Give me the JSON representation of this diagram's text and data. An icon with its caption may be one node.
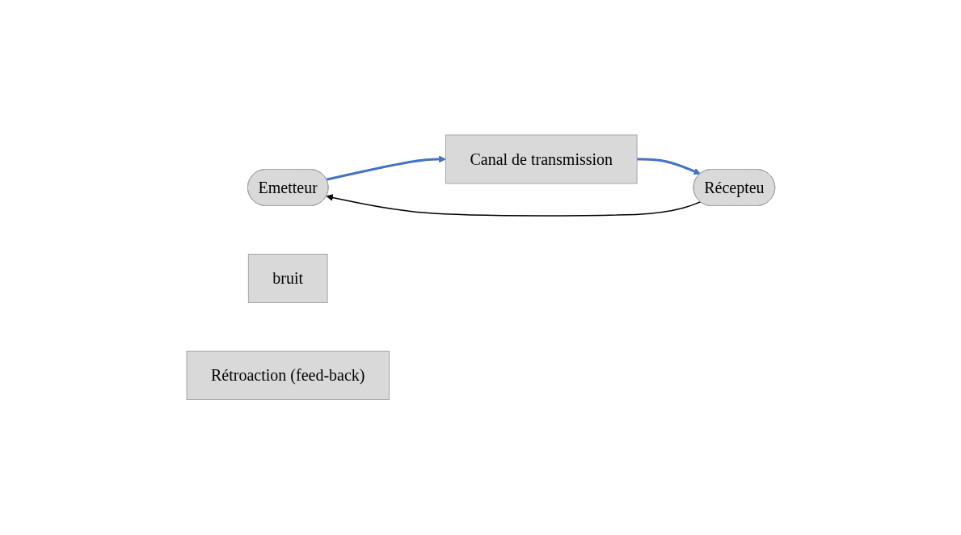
{
  "diagram": {
    "nodes": [
      {
        "text": [
          "Emetteur"
        ]
      },
      {
        "text": [
          "Canal de transmission"
        ]
      },
      {
        "text": [
          "Récepteu"
        ]
      },
      {
        "text": [
          "bruit"
        ]
      },
      {
        "text": [
          "Rétroaction (feed-back)"
        ]
      }
    ],
    "edges": [
      {
        "from": 0,
        "to": 1,
        "arrow": "to",
        "color": "#4472c4"
      },
      {
        "from": 1,
        "to": 2,
        "arrow": "to",
        "color": "#4472c4"
      },
      {
        "from": 2,
        "to": 0,
        "arrow": "to",
        "color": "#000000"
      }
    ]
  }
}
